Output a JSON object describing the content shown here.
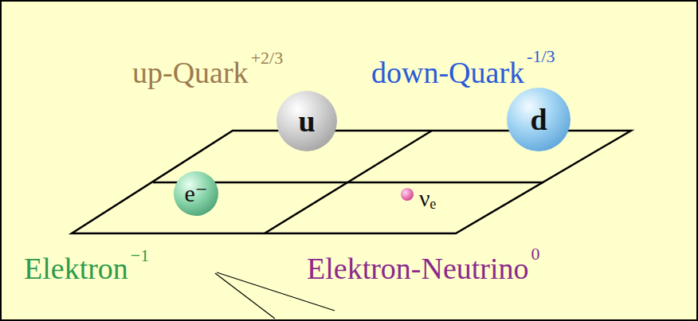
{
  "diagram": {
    "nodes": [
      {
        "text": [
          "u"
        ]
      },
      {
        "text": [
          "d"
        ]
      },
      {
        "text": [
          "e⁻"
        ]
      }
    ],
    "labels": [
      "up-Quark",
      "+2/3",
      "down-Quark",
      "-1/3",
      "Elektron",
      "−1",
      "Elektron-Neutrino",
      "0",
      "νₑ"
    ]
  }
}
